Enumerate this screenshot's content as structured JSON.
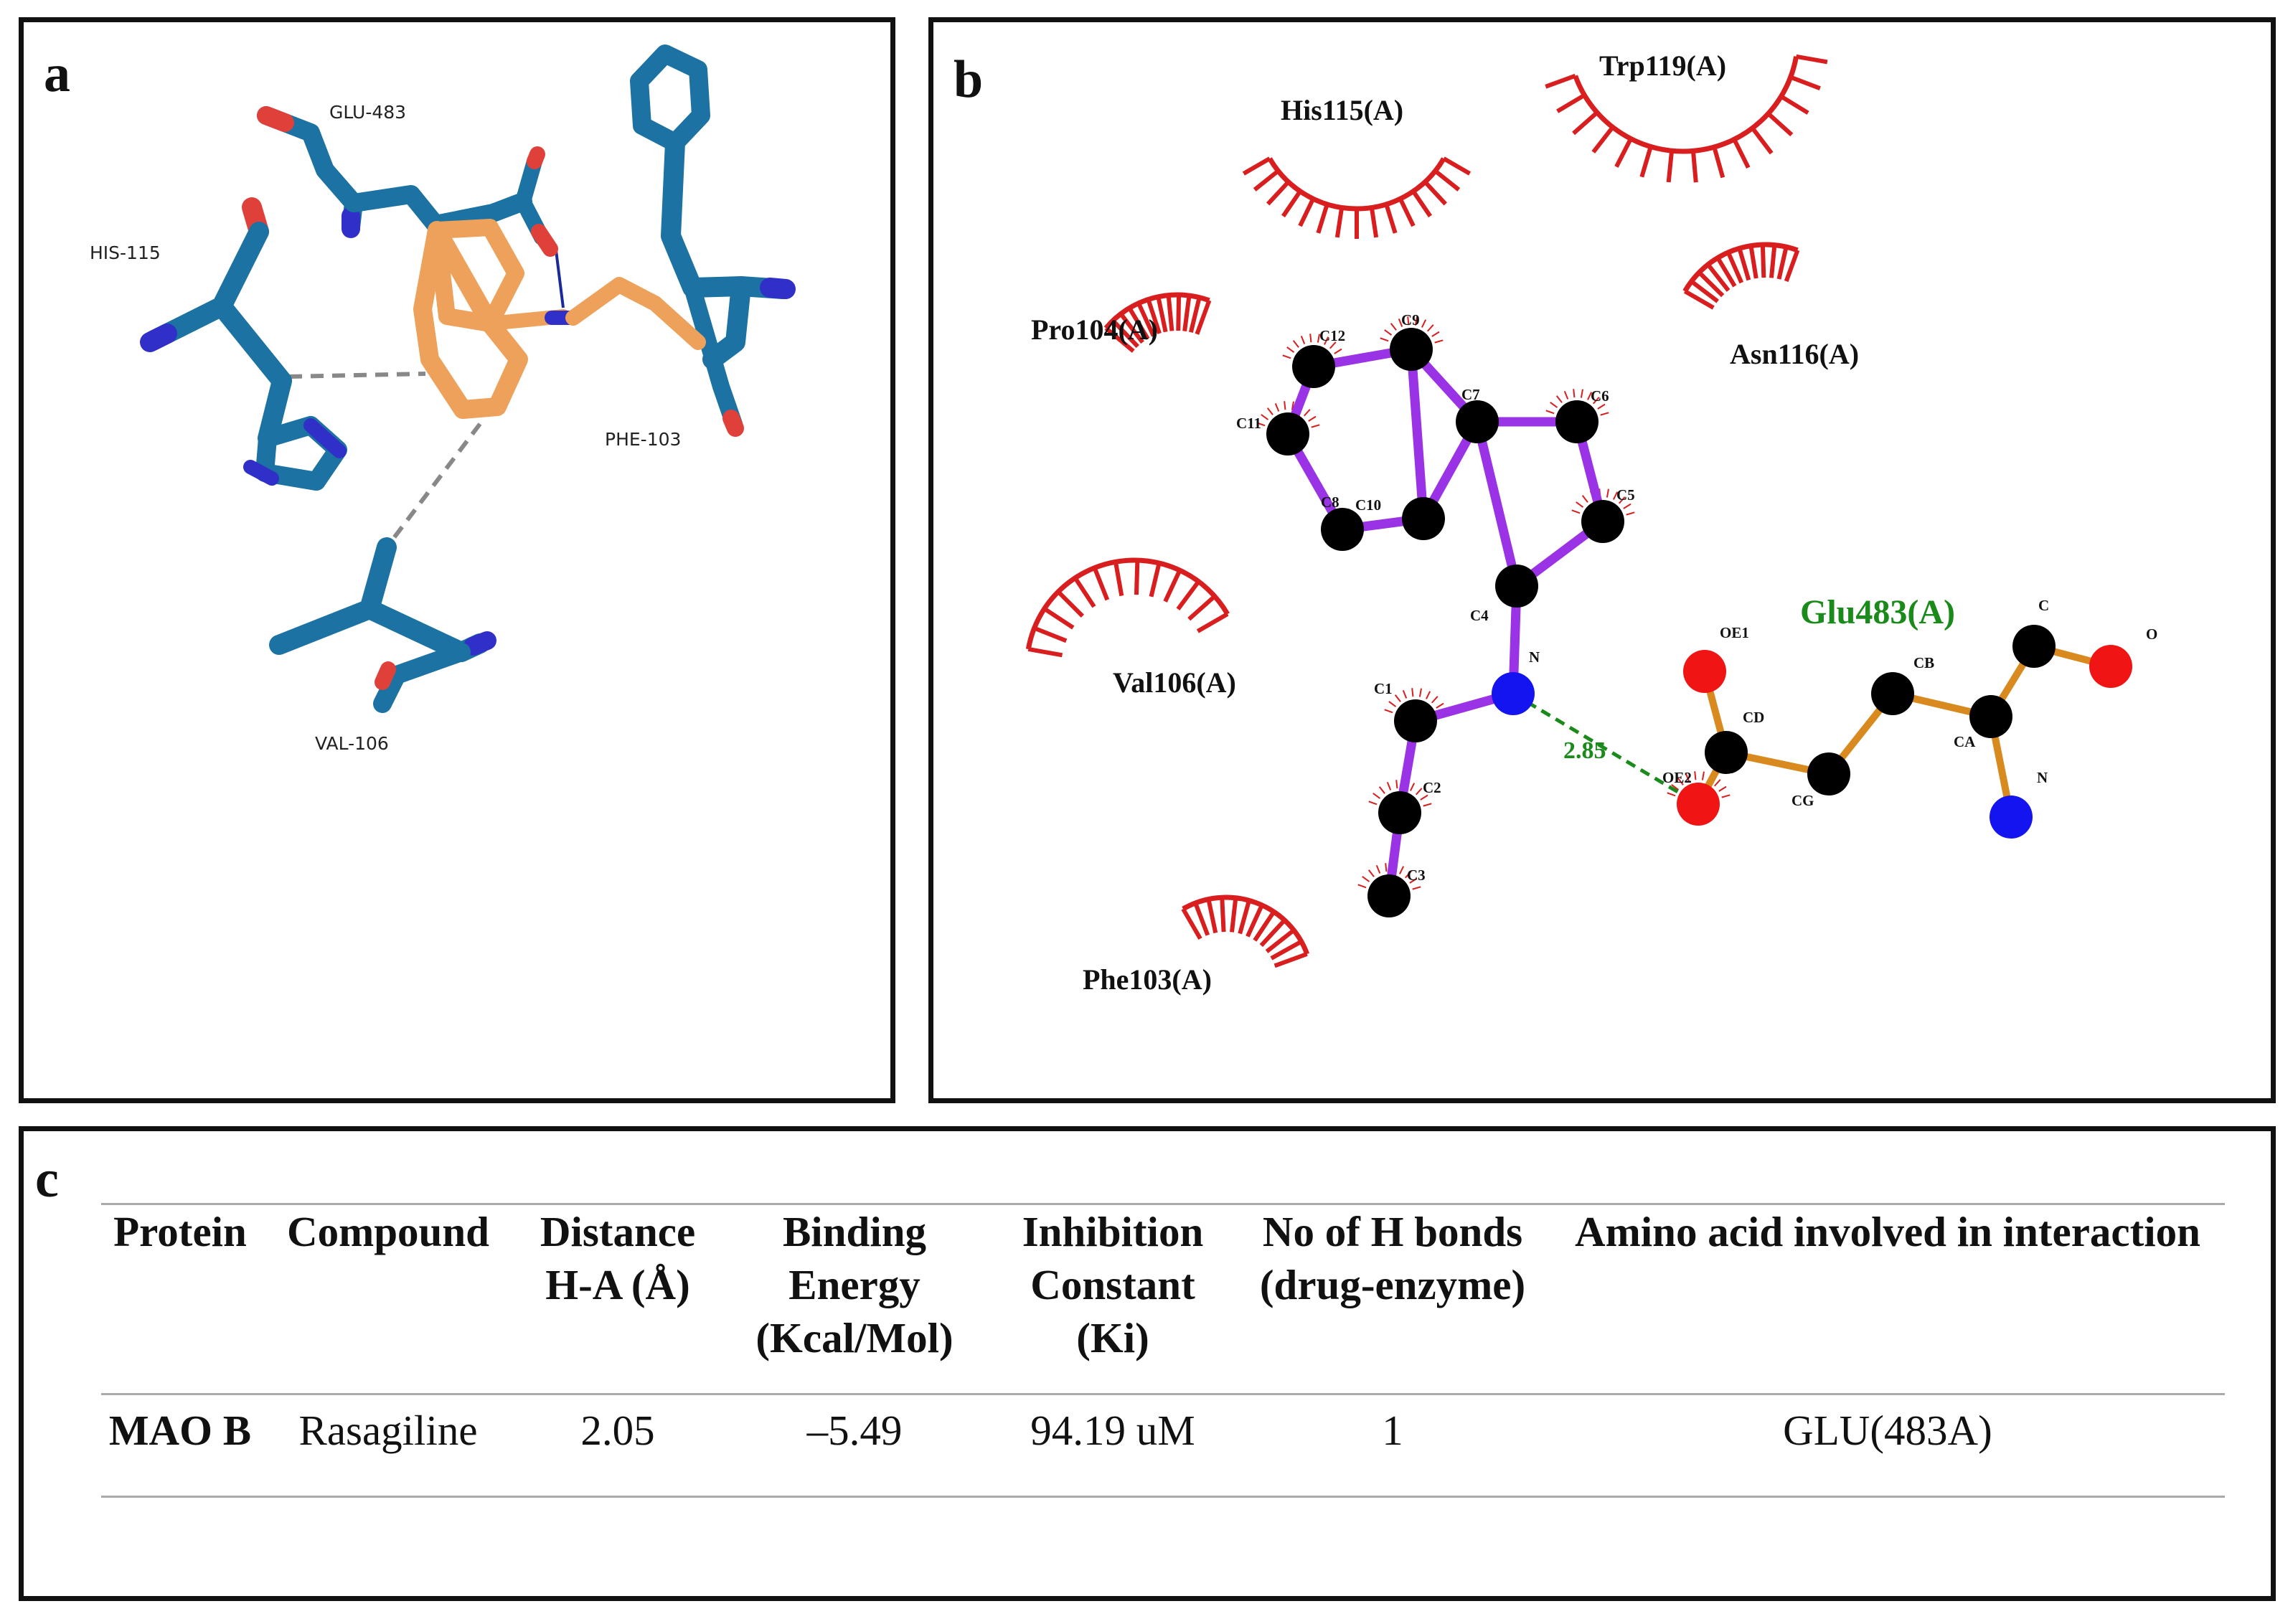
{
  "panel_a": {
    "label": "a",
    "residues": {
      "glu": "GLU-483",
      "his": "HIS-115",
      "phe": "PHE-103",
      "val": "VAL-106"
    },
    "colors": {
      "protein": "#1c73a3",
      "ligand": "#eda15a",
      "oxygen": "#e0403a",
      "nitrogen": "#3030c8"
    }
  },
  "panel_b": {
    "label": "b",
    "hydrophobic_residues": {
      "his115": "His115(A)",
      "trp119": "Trp119(A)",
      "pro104": "Pro104(A)",
      "asn116": "Asn116(A)",
      "val106": "Val106(A)",
      "phe103": "Phe103(A)"
    },
    "hbond_residue": "Glu483(A)",
    "hbond_distance": "2.85",
    "ligand_atoms": {
      "c1": "C1",
      "c2": "C2",
      "c3": "C3",
      "c4": "C4",
      "c5": "C5",
      "c6": "C6",
      "c7": "C7",
      "c8": "C8",
      "c9": "C9",
      "c10": "C10",
      "c11": "C11",
      "c12": "C12",
      "n": "N"
    },
    "residue_atoms": {
      "oe1": "OE1",
      "oe2": "OE2",
      "cd": "CD",
      "cg": "CG",
      "cb": "CB",
      "ca": "CA",
      "c": "C",
      "o": "O",
      "n": "N"
    },
    "colors": {
      "ligand_bond": "#9a32e6",
      "residue_bond": "#d98a1e",
      "hydrophobic": "#d81e1e",
      "hbond": "#1a8a1a"
    }
  },
  "panel_c": {
    "label": "c",
    "headers": [
      "Protein",
      "Compound",
      "Distance H-A (Å)",
      "Binding Energy (Kcal/Mol)",
      "Inhibition Constant (Ki)",
      "No of H bonds (drug-enzyme)",
      "Amino acid involved in interaction"
    ],
    "rows": [
      [
        "MAO B",
        "Rasagiline",
        "2.05",
        "–5.49",
        "94.19 uM",
        "1",
        "GLU(483A)"
      ]
    ]
  }
}
